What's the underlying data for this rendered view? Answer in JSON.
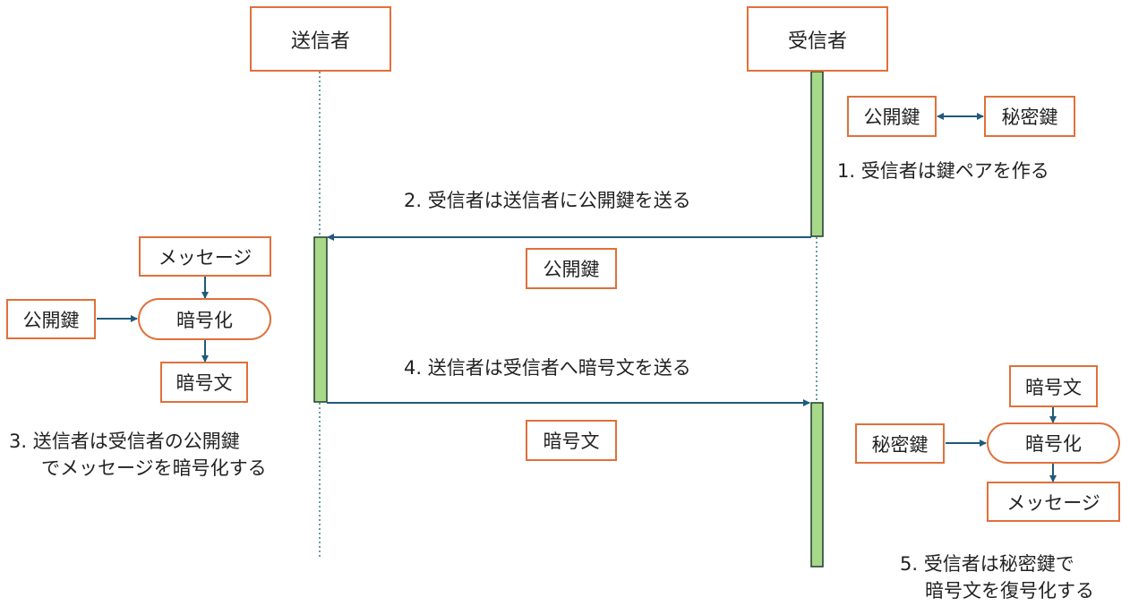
{
  "diagram": {
    "lifelines": {
      "sender": {
        "label": "送信者"
      },
      "receiver": {
        "label": "受信者"
      }
    },
    "steps": {
      "step1": {
        "text": "1. 受信者は鍵ペアを作る"
      },
      "step2": {
        "text": "2. 受信者は送信者に公開鍵を送る"
      },
      "step3": {
        "line1": "3. 送信者は受信者の公開鍵",
        "line2": "でメッセージを暗号化する"
      },
      "step4": {
        "text": "4. 送信者は受信者へ暗号文を送る"
      },
      "step5": {
        "line1": "5. 受信者は秘密鍵で",
        "line2": "暗号文を復号化する"
      }
    },
    "messages": {
      "public_key_msg": {
        "label": "公開鍵"
      },
      "ciphertext_msg": {
        "label": "暗号文"
      }
    },
    "key_pair": {
      "public_key": "公開鍵",
      "private_key": "秘密鍵"
    },
    "encryption": {
      "message": "メッセージ",
      "key": "公開鍵",
      "process": "暗号化",
      "output": "暗号文"
    },
    "decryption": {
      "input": "暗号文",
      "key": "秘密鍵",
      "process": "暗号化",
      "output": "メッセージ"
    },
    "colors": {
      "box_border": "#e0703a",
      "arrow": "#1f5a7a",
      "activation_fill": "#a8d88a",
      "activation_border": "#1e3a2a",
      "lifeline": "#3a7a8a"
    }
  }
}
